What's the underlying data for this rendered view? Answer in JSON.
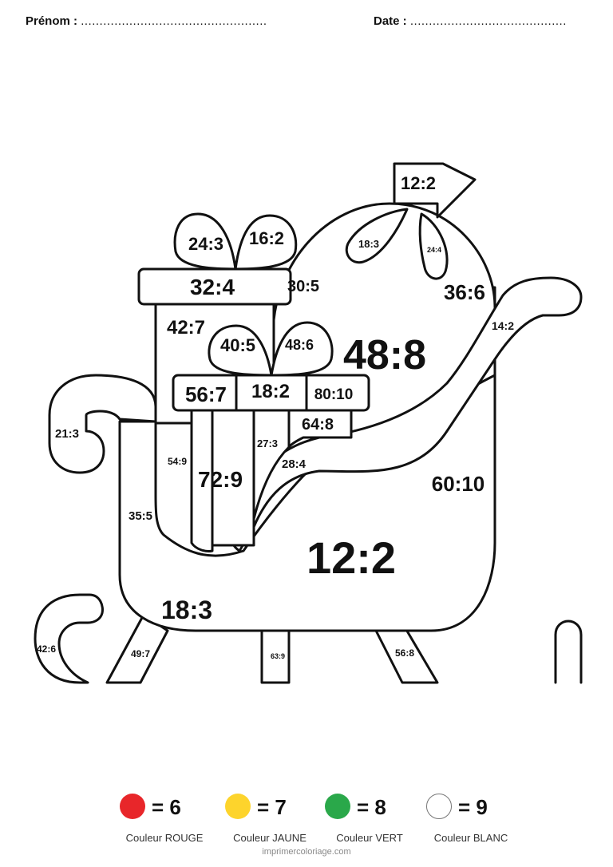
{
  "header": {
    "name_label": "Prénom :",
    "name_dots": "..................................................",
    "date_label": "Date :",
    "date_dots": ".........................................."
  },
  "labels": {
    "flag": "12:2",
    "sack_bow_left": "18:3",
    "sack_bow_right": "24:4",
    "sack_top_right": "36:6",
    "sack_left": "30:5",
    "sack_center": "48:8",
    "sack_lower_right": "60:10",
    "gift1_bow_left": "24:3",
    "gift1_bow_right": "16:2",
    "gift1_lid": "32:4",
    "gift1_box": "42:7",
    "gift2_bow_left": "40:5",
    "gift2_bow_right": "48:6",
    "gift2_lid_left": "56:7",
    "gift2_lid_mid": "18:2",
    "gift2_lid_right": "80:10",
    "ribbon_left": "54:9",
    "ribbon_center": "72:9",
    "ribbon_right": "27:3",
    "gift2_box": "64:8",
    "seat_back": "28:4",
    "runner_front": "14:2",
    "sleigh_left_curl": "21:3",
    "sleigh_left_inner": "35:5",
    "sleigh_body": "12:2",
    "sleigh_bottom": "18:3",
    "ski_curl": "42:6",
    "leg_1": "49:7",
    "leg_2": "63:9",
    "leg_3": "56:8"
  },
  "legend": [
    {
      "color": "#e8262a",
      "value": "= 6",
      "caption": "Couleur ROUGE"
    },
    {
      "color": "#fdd42c",
      "value": "= 7",
      "caption": "Couleur JAUNE"
    },
    {
      "color": "#2aa84a",
      "value": "= 8",
      "caption": "Couleur VERT"
    },
    {
      "color": "#ffffff",
      "value": "= 9",
      "caption": "Couleur BLANC"
    }
  ],
  "footer": "imprimercoloriage.com"
}
